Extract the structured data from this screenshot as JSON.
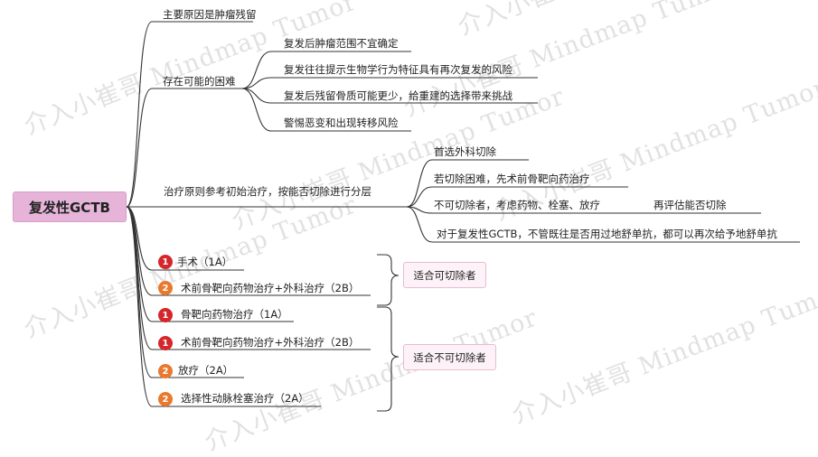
{
  "root": {
    "label": "复发性GCTB"
  },
  "branches": [
    {
      "label": "主要原因是肿瘤残留"
    },
    {
      "label": "存在可能的困难",
      "children": [
        "复发后肿瘤范围不宜确定",
        "复发往往提示生物学行为特征具有再次复发的风险",
        "复发后残留骨质可能更少，给重建的选择带来挑战",
        "警惕恶变和出现转移风险"
      ]
    },
    {
      "label": "治疗原则参考初始治疗，按能否切除进行分层",
      "children": [
        "首选外科切除",
        "若切除困难，先术前骨靶向药治疗",
        "不可切除者，考虑药物、栓塞、放疗",
        "对于复发性GCTB，不管既往是否用过地舒单抗，都可以再次给予地舒单抗"
      ],
      "extra": "再评估能否切除"
    }
  ],
  "options": [
    {
      "priority": "1",
      "label": "手术（1A）",
      "color": "#d4262b"
    },
    {
      "priority": "2",
      "label": "术前骨靶向药物治疗+外科治疗（2B）",
      "color": "#e9792d"
    },
    {
      "priority": "1",
      "label": "骨靶向药物治疗（1A）",
      "color": "#d4262b"
    },
    {
      "priority": "1",
      "label": "术前骨靶向药物治疗+外科治疗（2B）",
      "color": "#d4262b"
    },
    {
      "priority": "2",
      "label": "放疗（2A）",
      "color": "#e9792d"
    },
    {
      "priority": "2",
      "label": "选择性动脉栓塞治疗（2A）",
      "color": "#e9792d"
    }
  ],
  "notes": [
    "适合可切除者",
    "适合不可切除者"
  ],
  "watermark": {
    "text": "介入小崔哥 Mindmap Tumor"
  },
  "colors": {
    "root_fill": "#e6b4d9",
    "line": "#333333",
    "badge_1": "#d4262b",
    "badge_2": "#e9792d",
    "note_border": "#e8bcd0"
  }
}
